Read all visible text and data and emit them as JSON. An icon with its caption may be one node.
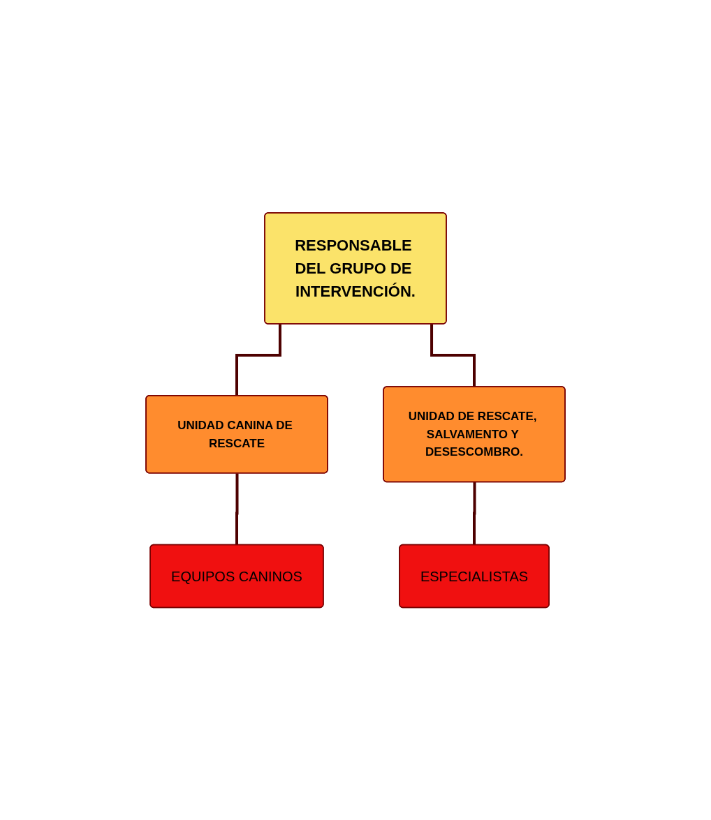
{
  "diagram": {
    "nodes": [
      {
        "text": [
          "RESPONSABLE DEL GRUPO DE INTERVENCIÓN."
        ]
      },
      {
        "text": [
          "UNIDAD CANINA DE RESCATE"
        ]
      },
      {
        "text": [
          "UNIDAD DE RESCATE, SALVAMENTO Y DESESCOMBRO."
        ]
      },
      {
        "text": [
          "EQUIPOS CANINOS"
        ]
      },
      {
        "text": [
          "ESPECIALISTAS"
        ]
      }
    ],
    "edges": [
      {
        "from": 0,
        "to": 1,
        "arrow": "none"
      },
      {
        "from": 0,
        "to": 2,
        "arrow": "none"
      },
      {
        "from": 1,
        "to": 3,
        "arrow": "none"
      },
      {
        "from": 2,
        "to": 4,
        "arrow": "none"
      }
    ]
  }
}
